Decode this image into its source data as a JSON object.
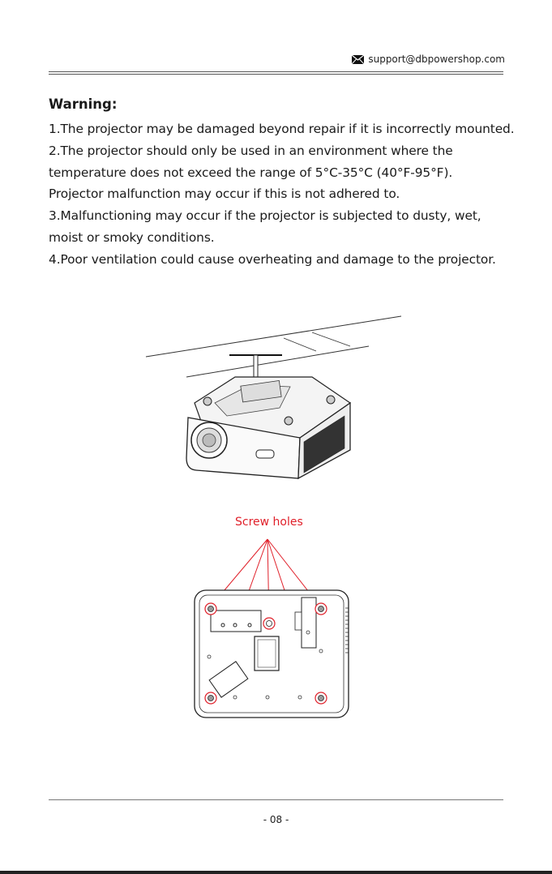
{
  "header": {
    "email_icon": "envelope-icon",
    "email": "support@dbpowershop.com"
  },
  "warning": {
    "title": "Warning:",
    "lines": [
      "1.The projector may be damaged beyond repair if it is incorrectly mounted.",
      "2.The projector should only be used in an environment where the",
      "temperature does not exceed the range of 5°C-35°C (40°F-95°F).",
      "Projector malfunction may occur if this is not adhered to.",
      "3.Malfunctioning may occur if the projector is subjected to dusty, wet,",
      "moist or smoky conditions.",
      "4.Poor ventilation could cause overheating and damage to the projector."
    ]
  },
  "figure": {
    "caption": "Screw holes",
    "caption_color": "#e0202a"
  },
  "footer": {
    "page_number": "- 08 -"
  }
}
